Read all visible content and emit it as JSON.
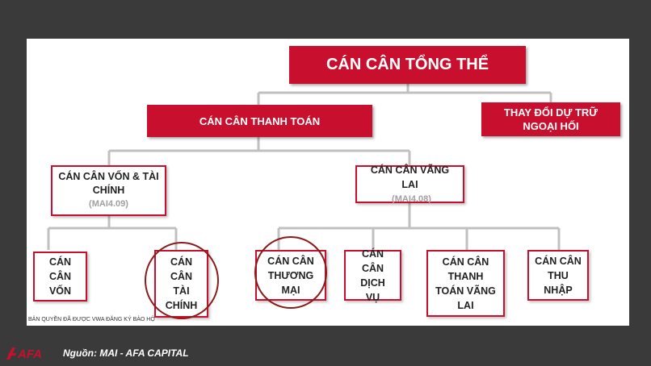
{
  "diagram": {
    "root": "CÁN CÂN TỔNG THỂ",
    "level1": {
      "payments": "CÁN CÂN THANH TOÁN",
      "reserves": "THAY ĐỔI DỰ TRỮ NGOẠI HỐI"
    },
    "level2": {
      "capital": {
        "label": "CÁN CÂN VỐN & TÀI CHÍNH",
        "code": "(MAI4.09)"
      },
      "current": {
        "label": "CÁN CÂN VÃNG LAI",
        "code": "(MAI4.08)"
      }
    },
    "level3": {
      "capital_account": "CÁN CÂN VỐN",
      "financial_account": "CÁN CÂN TÀI CHÍNH",
      "trade": "CÁN CÂN THƯƠNG MẠI",
      "services": "CÁN CÂN DỊCH VỤ",
      "transfers": "CÁN CÂN THANH TOÁN VÃNG LAI",
      "income": "CÁN CÂN THU NHẬP"
    }
  },
  "footer": {
    "copyright": "BẢN QUYỀN ĐÃ ĐƯỢC VWA ĐĂNG KÝ BẢO HỘ",
    "logo_text": "AFA",
    "source": "Nguồn: MAI - AFA CAPITAL"
  },
  "colors": {
    "accent": "#c8102e",
    "background": "#3a3a3a",
    "panel": "#ffffff",
    "connector": "#c0c0c0"
  }
}
